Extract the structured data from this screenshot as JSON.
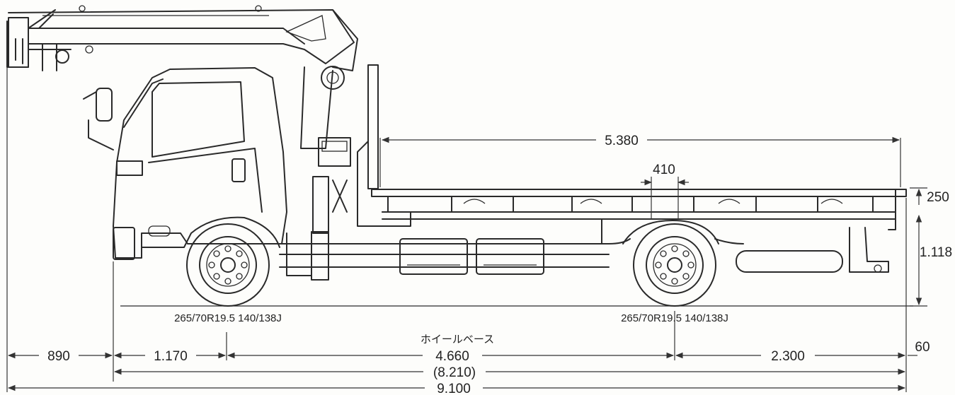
{
  "dimensions": {
    "platform_length": "5.380",
    "axle_spread": "410",
    "deck_height_offset": "250",
    "frame_height": "1.118",
    "front_overhang": "890",
    "front_to_axle": "1.170",
    "wheelbase": "4.660",
    "rear_overhang": "2.300",
    "rear_extension": "60",
    "body_length": "(8.210)",
    "overall_length": "9.100"
  },
  "labels": {
    "front_tire": "265/70R19.5 140/138J",
    "rear_tire": "265/70R19.5 140/138J",
    "wheelbase_label": "ホイールベース"
  }
}
